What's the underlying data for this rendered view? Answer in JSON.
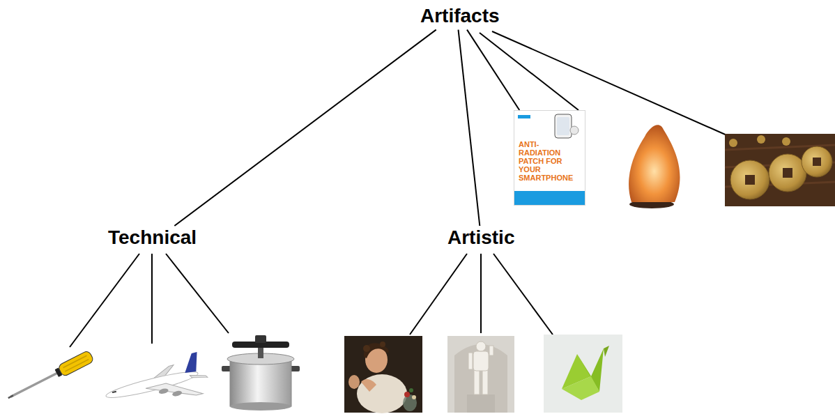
{
  "diagram": {
    "nodes": [
      {
        "text": [
          "Artifacts"
        ]
      },
      {
        "text": [
          "Technical"
        ]
      },
      {
        "text": [
          "Artistic"
        ]
      },
      {
        "text": [
          "ANTI-RADIATION PATCH FOR YOUR SMARTPHONE"
        ]
      }
    ],
    "edges": [
      {
        "from": 0,
        "to": 1,
        "arrow": "none"
      },
      {
        "from": 0,
        "to": 2,
        "arrow": "none"
      },
      {
        "from": 0,
        "to": 3,
        "arrow": "none"
      }
    ]
  }
}
